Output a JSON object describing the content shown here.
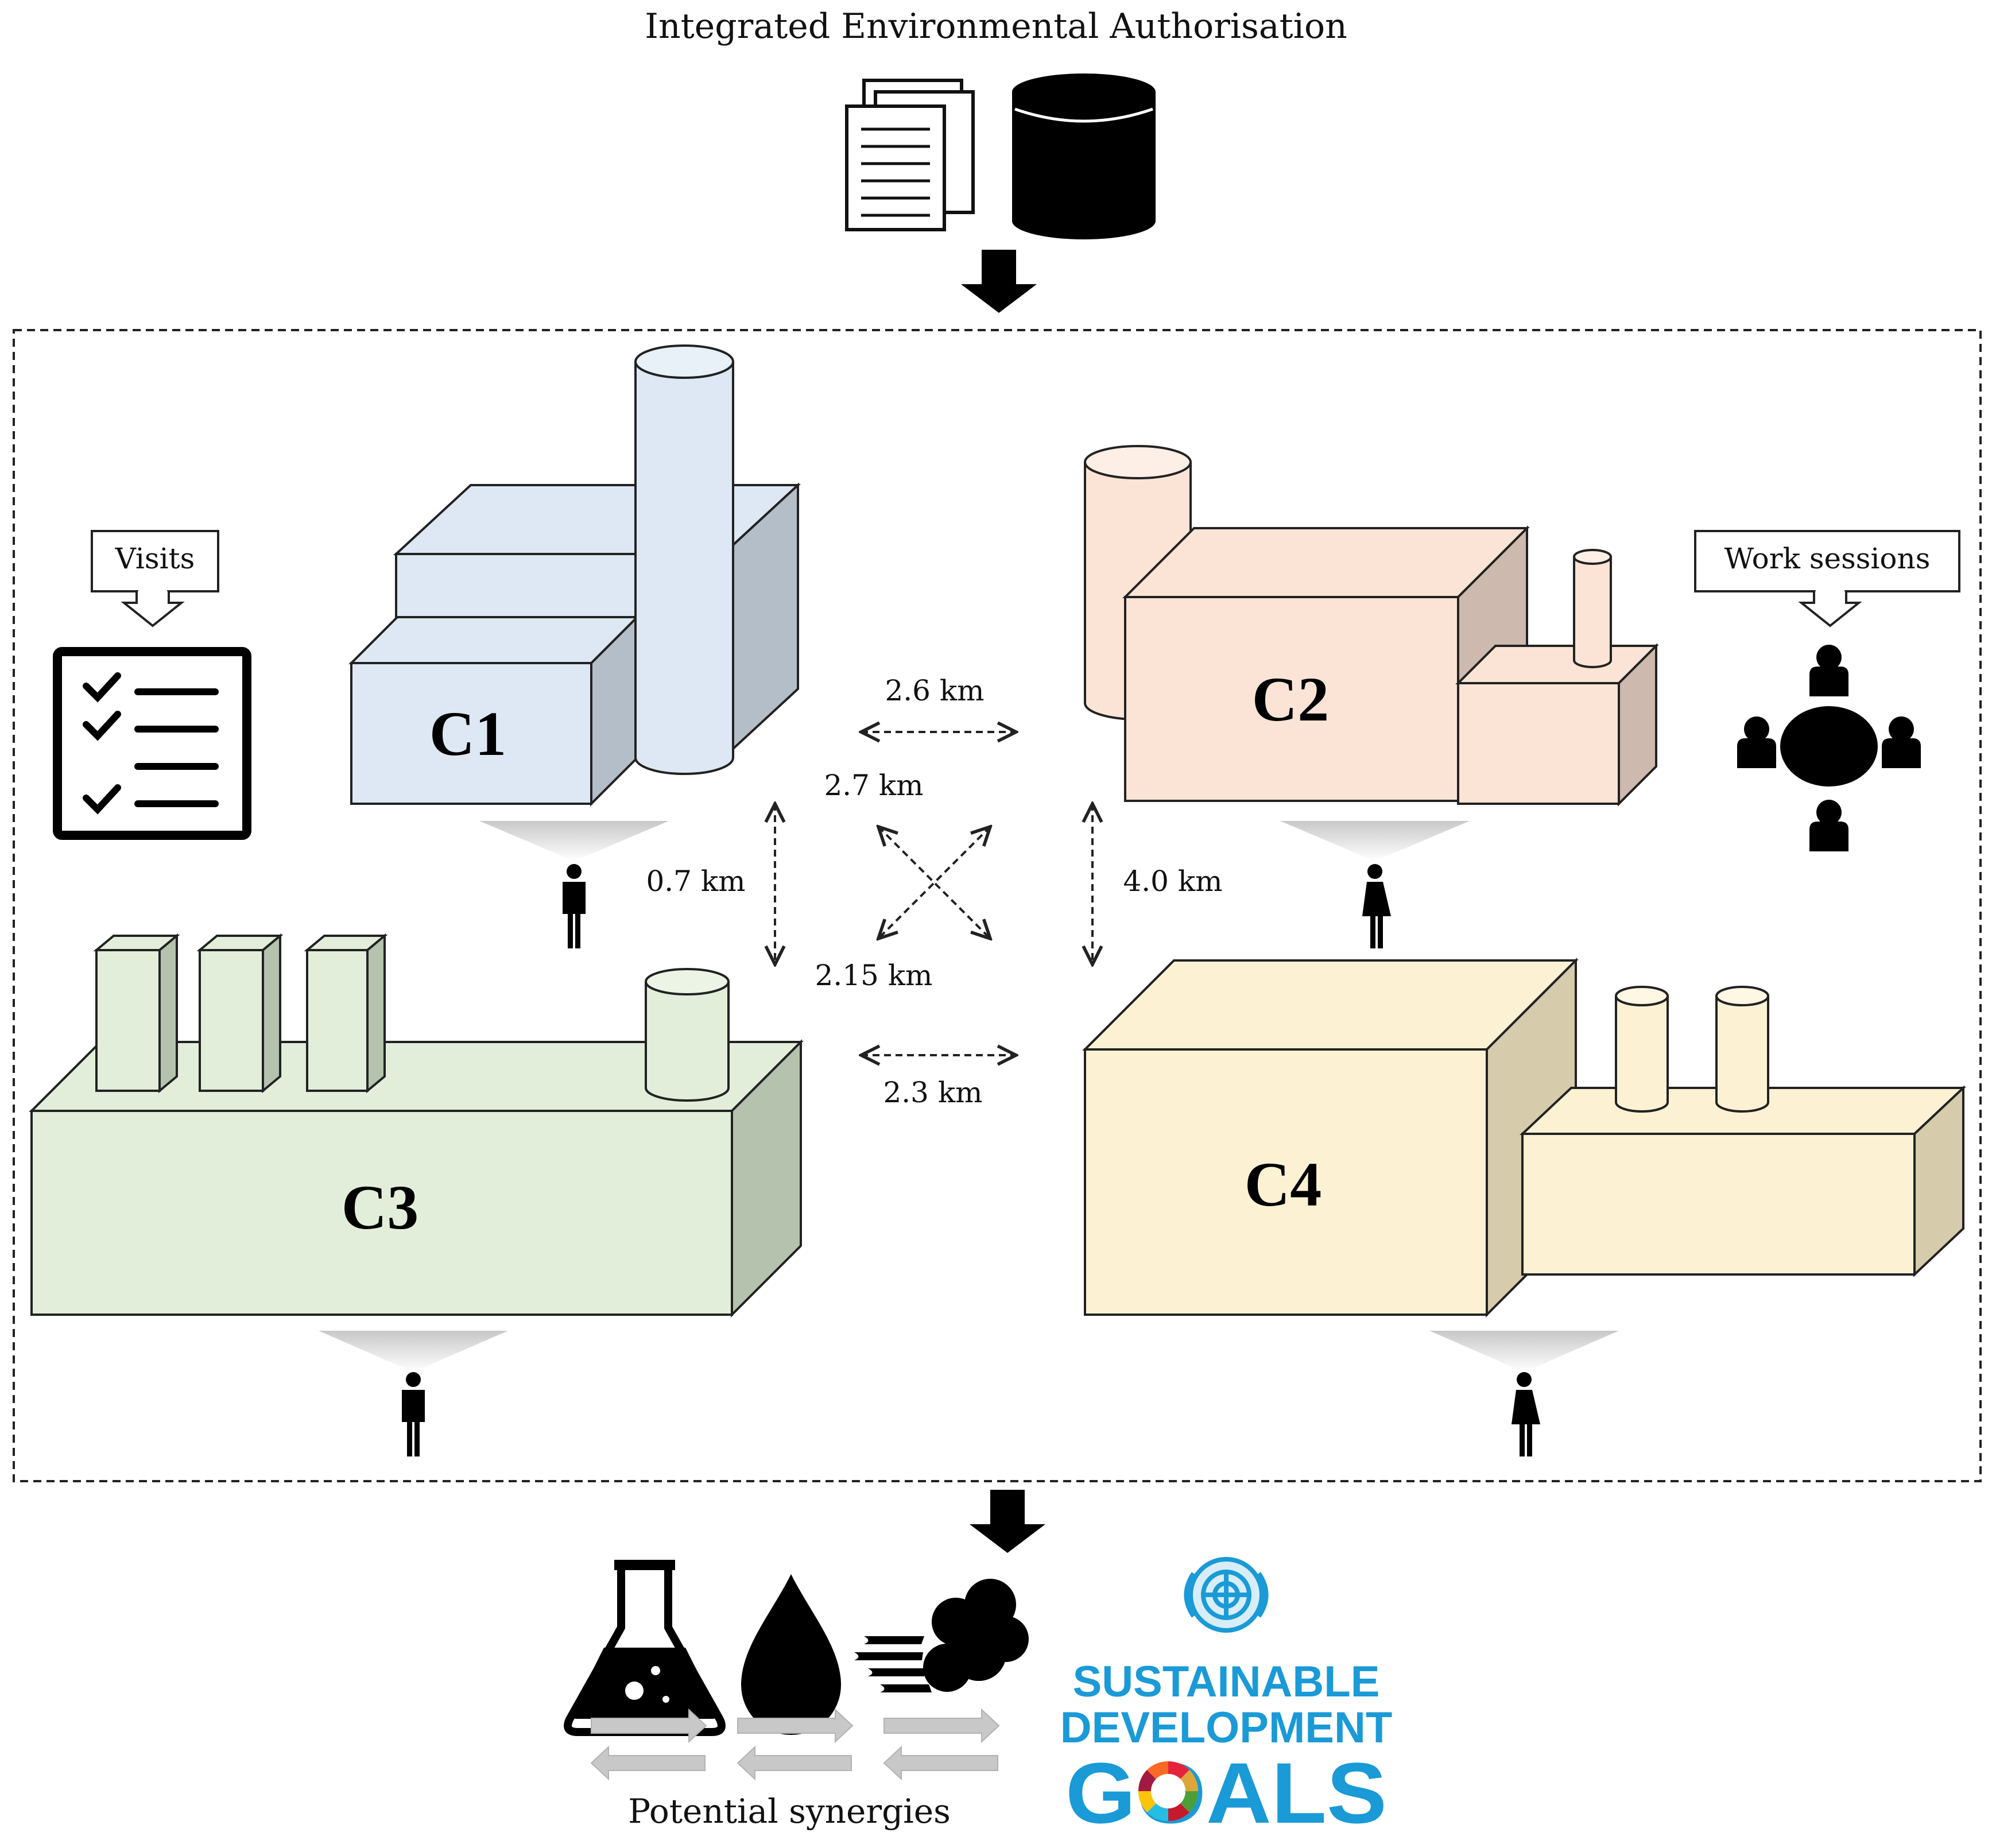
{
  "title": "Integrated Environmental Authorisation",
  "companies": [
    {
      "id": "c1",
      "label": "C1",
      "color": "#dde8f4"
    },
    {
      "id": "c2",
      "label": "C2",
      "color": "#fbe3d6"
    },
    {
      "id": "c3",
      "label": "C3",
      "color": "#e2eed9"
    },
    {
      "id": "c4",
      "label": "C4",
      "color": "#fdf1d3"
    }
  ],
  "callouts": {
    "visits": "Visits",
    "work_sessions": "Work sessions"
  },
  "distances": {
    "c1_c2": "2.6 km",
    "c1_c4": "2.7 km",
    "c1_c3": "0.7 km",
    "c2_c4": "4.0 km",
    "c2_c3": "2.15 km",
    "c3_c4": "2.3 km"
  },
  "synergies_label": "Potential synergies",
  "synergy_icons": [
    "flask-icon",
    "water-drop-icon",
    "smoke-icon"
  ],
  "sdg_logo": {
    "line1": "SUSTAINABLE",
    "line2": "DEVELOPMENT",
    "line3": "GOALS",
    "color": "#1a9ad6"
  }
}
